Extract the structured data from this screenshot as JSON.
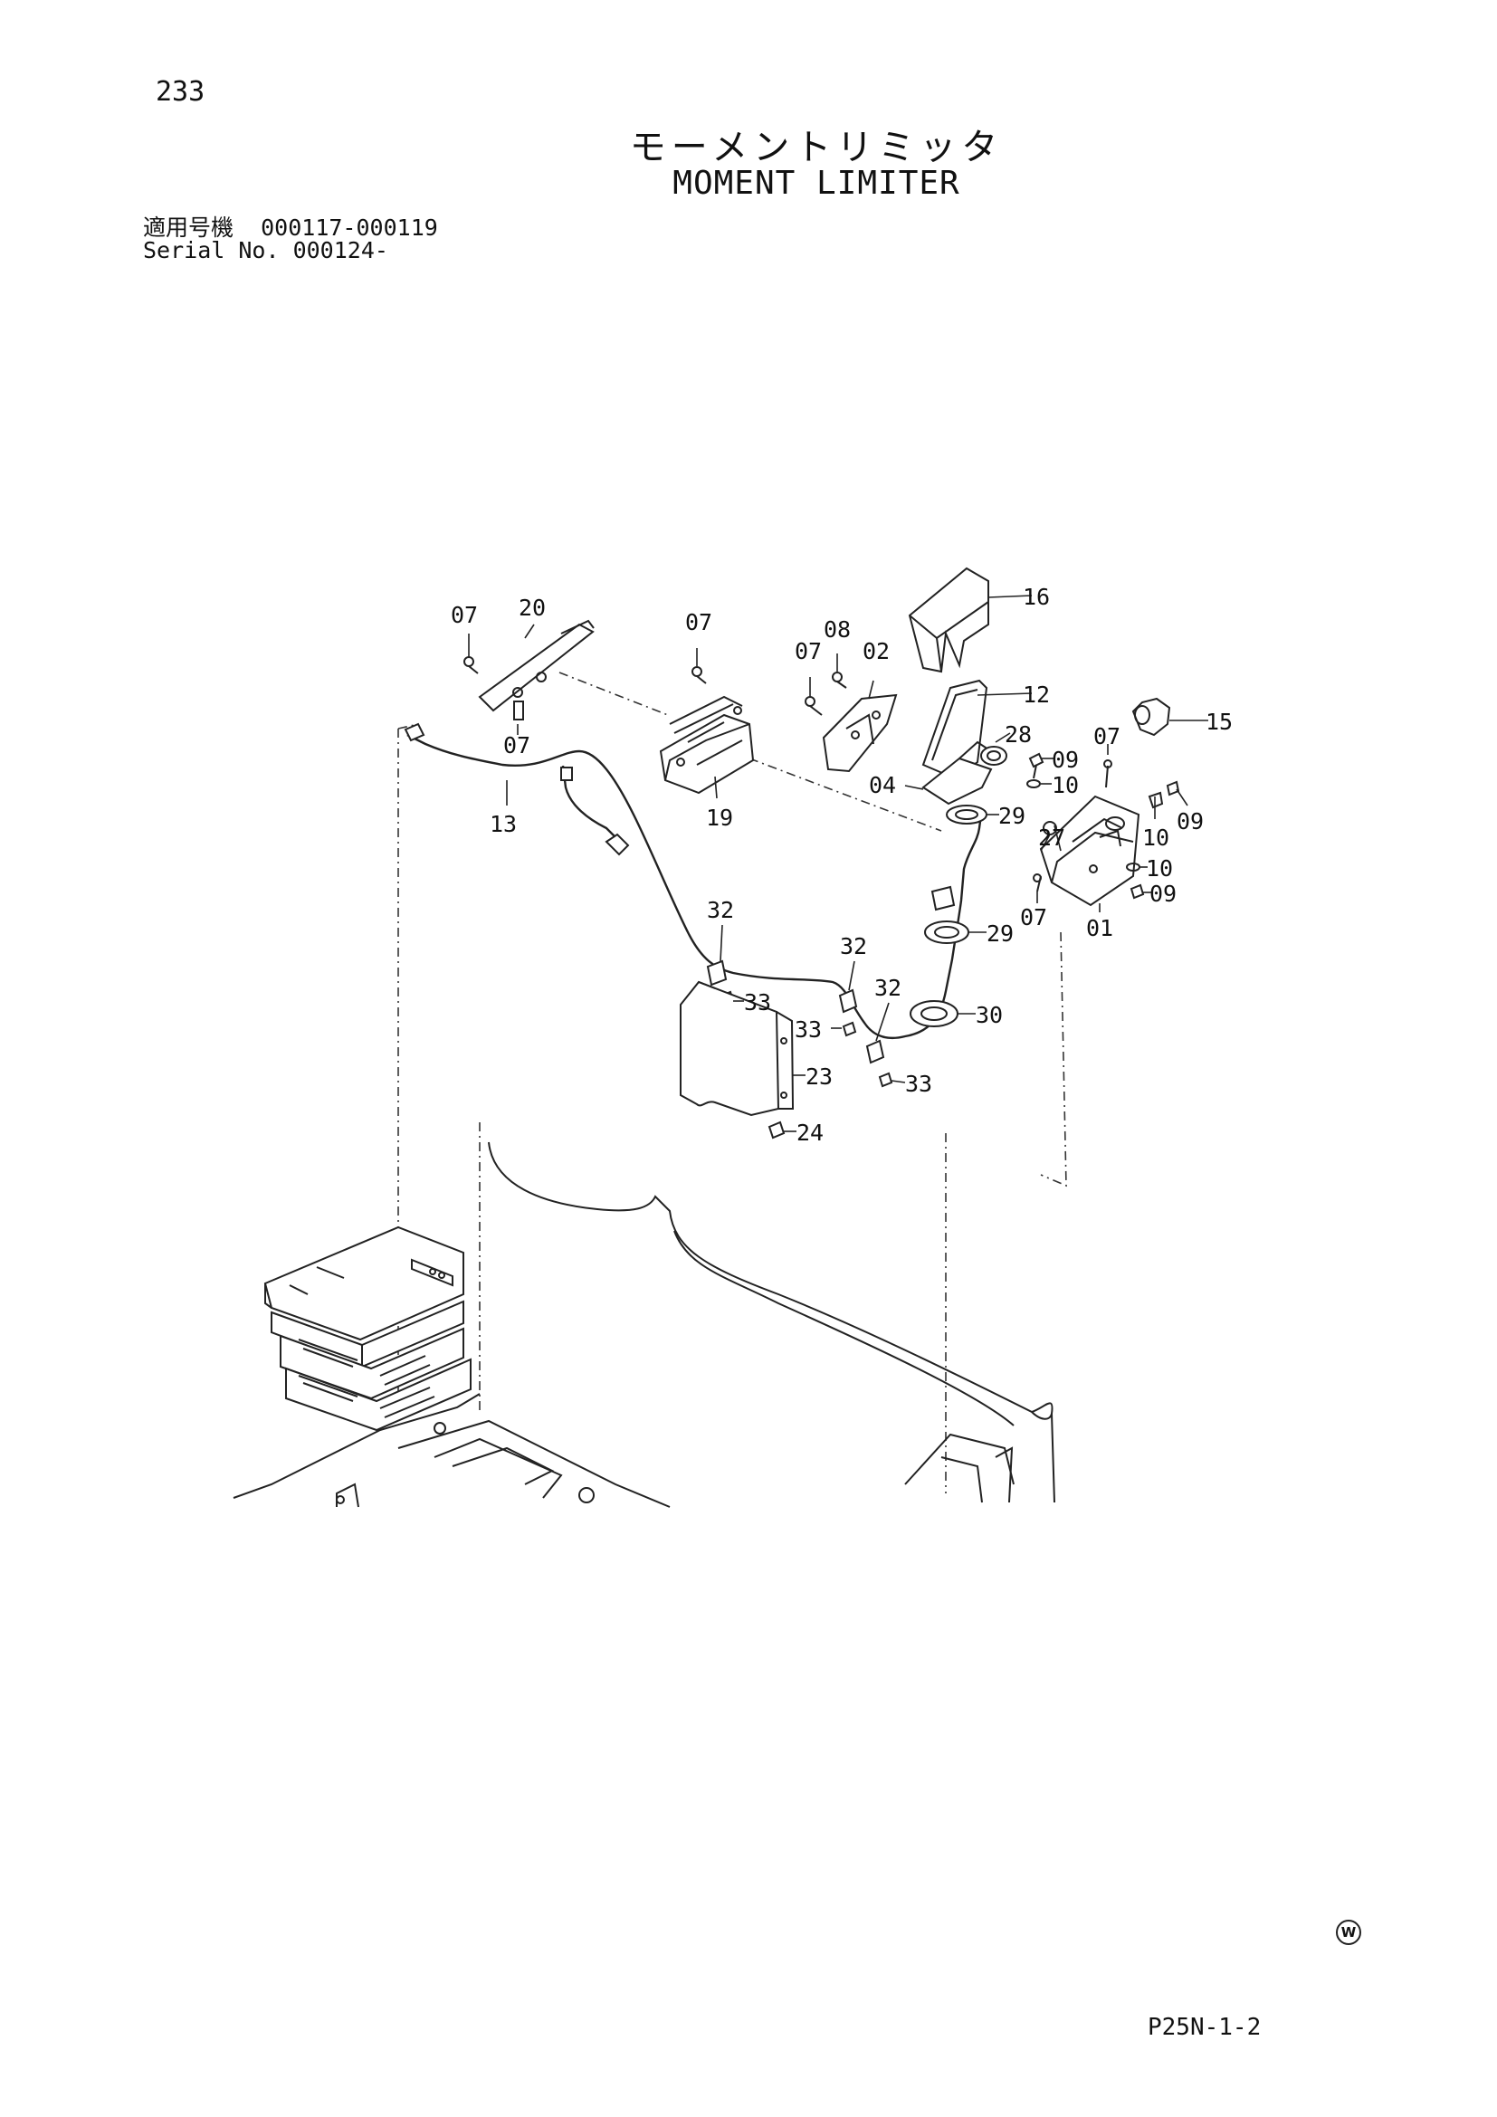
{
  "page_number": "233",
  "title_jp": "モーメントリミッタ",
  "title_en": "MOMENT LIMITER",
  "serial_info": {
    "label_jp": "適用号機",
    "range": "000117-000119",
    "label_en": "Serial No.",
    "from": "000124-"
  },
  "callouts": {
    "c20": "20",
    "c07a": "07",
    "c07b": "07",
    "c07c": "07",
    "c07d": "07",
    "c07e": "07",
    "c07f": "07",
    "c08": "08",
    "c02": "02",
    "c16": "16",
    "c12": "12",
    "c15": "15",
    "c28": "28",
    "c09a": "09",
    "c09b": "09",
    "c09c": "09",
    "c10a": "10",
    "c10b": "10",
    "c10c": "10",
    "c04": "04",
    "c29a": "29",
    "c29b": "29",
    "c27": "27",
    "c01": "01",
    "c13": "13",
    "c19": "19",
    "c30": "30",
    "c32a": "32",
    "c32b": "32",
    "c32c": "32",
    "c33a": "33",
    "c33b": "33",
    "c33c": "33",
    "c23": "23",
    "c24": "24"
  },
  "watermark": "W",
  "ref_code": "P25N-1-2"
}
